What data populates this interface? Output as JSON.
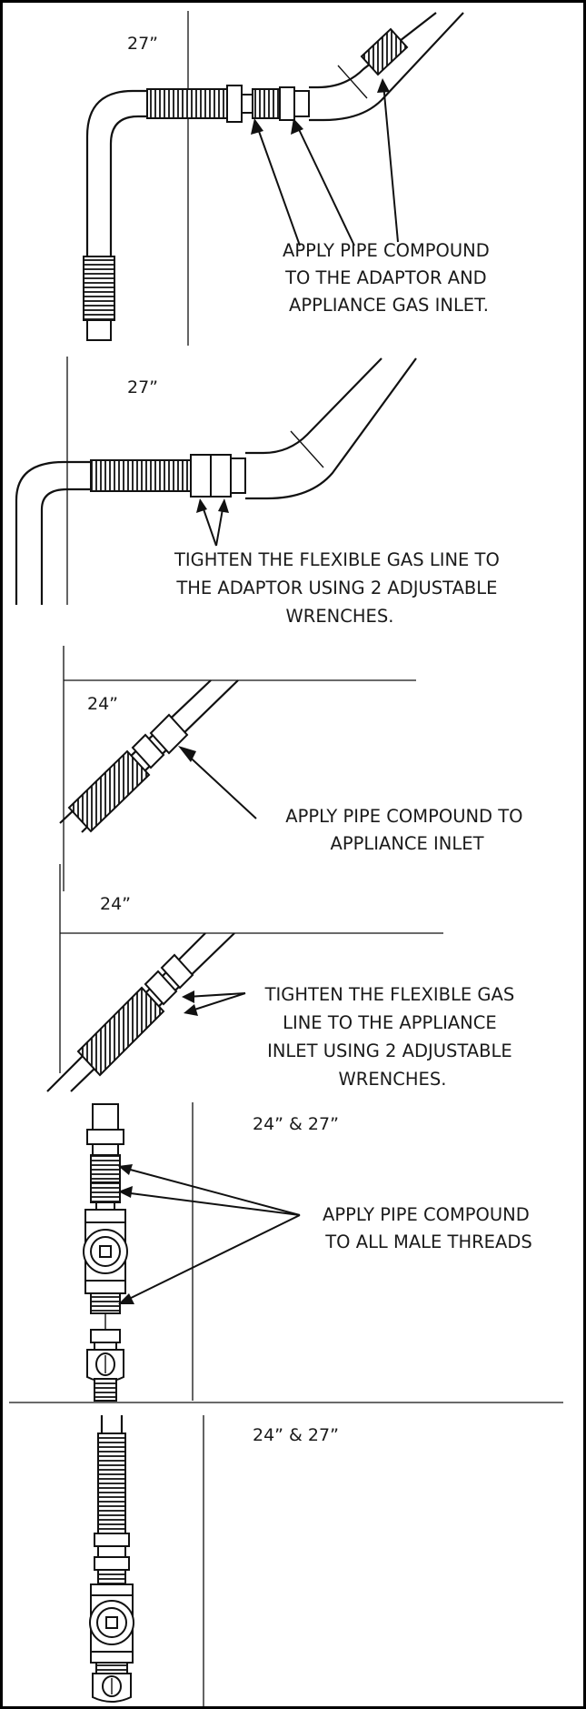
{
  "frame_color": "#000000",
  "panels": [
    {
      "id": "panel-1",
      "dimension": "27”",
      "note": [
        "APPLY PIPE COMPOUND",
        "TO THE ADAPTOR AND",
        "APPLIANCE GAS INLET."
      ]
    },
    {
      "id": "panel-2",
      "dimension": "27”",
      "note": [
        "TIGHTEN THE FLEXIBLE GAS LINE TO",
        "THE ADAPTOR USING 2 ADJUSTABLE",
        "WRENCHES."
      ]
    },
    {
      "id": "panel-3",
      "dimension": "24”",
      "note": [
        "APPLY PIPE COMPOUND TO",
        "APPLIANCE INLET"
      ]
    },
    {
      "id": "panel-4",
      "dimension": "24”",
      "note": [
        "TIGHTEN THE FLEXIBLE GAS",
        "LINE TO THE APPLIANCE",
        "INLET USING 2 ADJUSTABLE",
        "WRENCHES."
      ]
    },
    {
      "id": "panel-5",
      "dimension": "24” & 27”",
      "note": [
        "APPLY PIPE COMPOUND",
        "TO ALL MALE THREADS"
      ]
    },
    {
      "id": "panel-6",
      "dimension": "24” & 27”",
      "note": []
    }
  ]
}
